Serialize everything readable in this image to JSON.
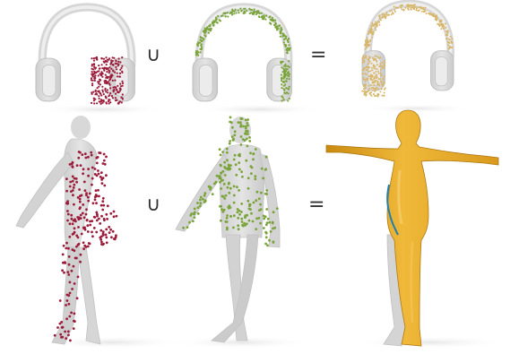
{
  "figure": {
    "row_headphones": {
      "union_symbol": "∪",
      "equals_symbol": "=",
      "panels": [
        {
          "name": "partial-red",
          "point_color": "#9b1c3a"
        },
        {
          "name": "partial-green",
          "point_color": "#7aa43a"
        },
        {
          "name": "merged-points",
          "point_color": "#d8b66a"
        }
      ]
    },
    "row_human": {
      "union_symbol": "∪",
      "equals_symbol": "=",
      "panels": [
        {
          "name": "partial-red",
          "point_color": "#9b1c3a"
        },
        {
          "name": "partial-green",
          "point_color": "#7aa43a"
        },
        {
          "name": "reconstructed-mesh",
          "surface_color": "#e6a92a",
          "boundary_color": "#1e7fb0"
        }
      ]
    },
    "colors": {
      "ghost_shape": "#d9d9d9",
      "ghost_edge": "#bcbcbc",
      "shadow": "#eeeeee"
    }
  }
}
